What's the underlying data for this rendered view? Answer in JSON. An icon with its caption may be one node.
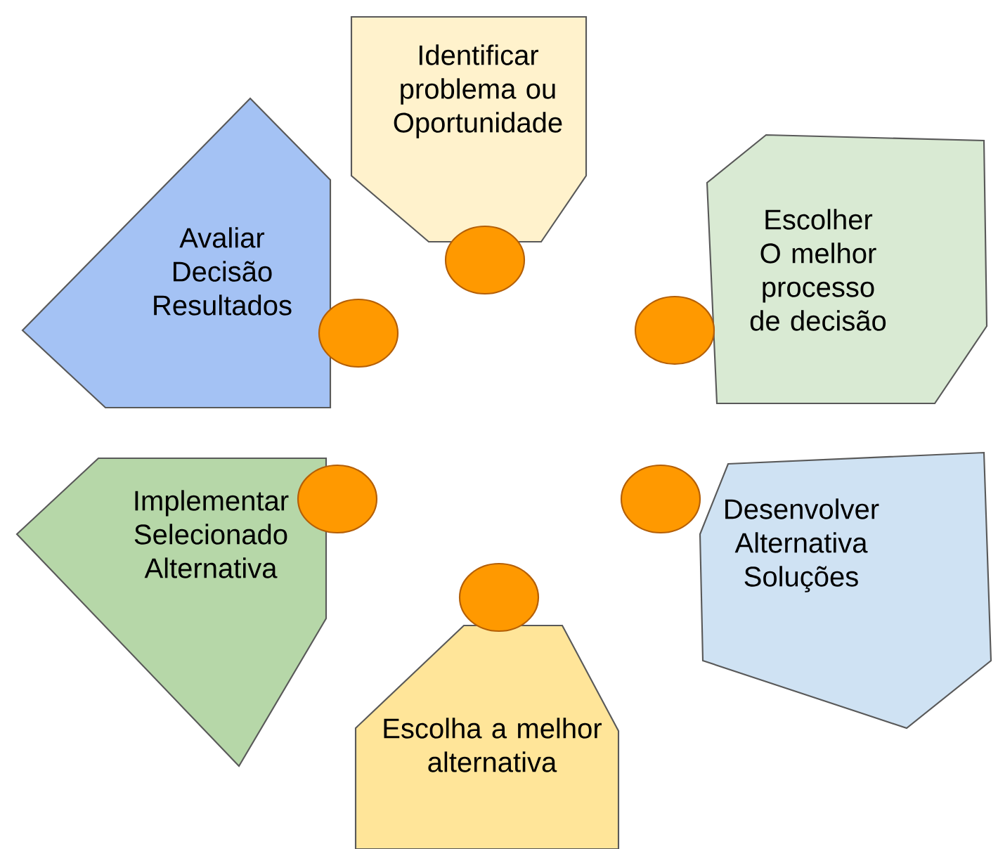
{
  "diagram": {
    "nodes": [
      {
        "text": [
          "Identificar problema ou Oportunidade"
        ]
      },
      {
        "text": [
          "Avaliar Decisão Resultados"
        ]
      },
      {
        "text": [
          "Escolher O melhor processo de decisão"
        ]
      },
      {
        "text": [
          "Implementar Selecionado Alternativa"
        ]
      },
      {
        "text": [
          "Desenvolver Alternativa Soluções"
        ]
      },
      {
        "text": [
          "Escolha a melhor alternativa"
        ]
      },
      {
        "text": [],
        "shape": "circle"
      },
      {
        "text": [],
        "shape": "circle"
      },
      {
        "text": [],
        "shape": "circle"
      },
      {
        "text": [],
        "shape": "circle"
      },
      {
        "text": [],
        "shape": "circle"
      },
      {
        "text": [],
        "shape": "circle"
      }
    ]
  }
}
